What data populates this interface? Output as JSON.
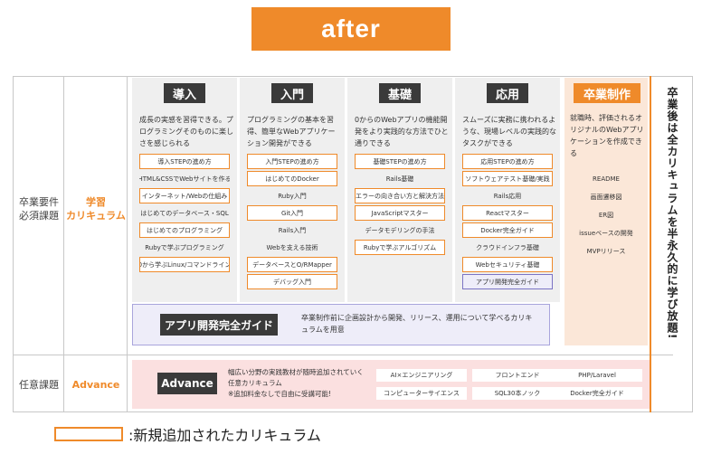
{
  "banner": "after",
  "rows": {
    "required_label": "卒業要件\n必須課題",
    "required_name": "学習\nカリキュラム",
    "optional_label": "任意課題",
    "optional_name": "Advance"
  },
  "stages": [
    {
      "title": "導入",
      "desc": "成長の実感を習得できる。プログラミングそのものに楽しさを感じられる",
      "items": [
        {
          "label": "導入STEPの進め方",
          "new": true
        },
        {
          "label": "HTML&CSSでWebサイトを作る",
          "new": false
        },
        {
          "label": "インターネット/Webの仕組み",
          "new": true
        },
        {
          "label": "はじめてのデータベース・SQL",
          "new": false
        },
        {
          "label": "はじめてのプログラミング",
          "new": true
        },
        {
          "label": "Rubyで学ぶプログラミング",
          "new": false
        },
        {
          "label": "0から学ぶLinux/コマンドライン",
          "new": true
        }
      ]
    },
    {
      "title": "入門",
      "desc": "プログラミングの基本を習得、簡単なWebアプリケーション開発ができる",
      "items": [
        {
          "label": "入門STEPの進め方",
          "new": true
        },
        {
          "label": "はじめてのDocker",
          "new": true
        },
        {
          "label": "Ruby入門",
          "new": false
        },
        {
          "label": "Git入門",
          "new": true
        },
        {
          "label": "Rails入門",
          "new": false
        },
        {
          "label": "Webを支える技術",
          "new": false
        },
        {
          "label": "データベースとO/RMapper",
          "new": true
        },
        {
          "label": "デバッグ入門",
          "new": true
        }
      ]
    },
    {
      "title": "基礎",
      "desc": "0からのWebアプリの機能開発をより実践的な方法でひと通りできる",
      "items": [
        {
          "label": "基礎STEPの進め方",
          "new": true
        },
        {
          "label": "Rails基礎",
          "new": false
        },
        {
          "label": "エラーの向き合い方と解決方法",
          "new": true
        },
        {
          "label": "JavaScriptマスター",
          "new": true
        },
        {
          "label": "データモデリングの手法",
          "new": false
        },
        {
          "label": "Rubyで学ぶアルゴリズム",
          "new": true
        }
      ]
    },
    {
      "title": "応用",
      "desc": "スムーズに実務に携われるような、現場レベルの実践的なタスクができる",
      "items": [
        {
          "label": "応用STEPの進め方",
          "new": true
        },
        {
          "label": "ソフトウェアテスト基礎/実践",
          "new": true
        },
        {
          "label": "Rails応用",
          "new": false
        },
        {
          "label": "Reactマスター",
          "new": true
        },
        {
          "label": "Docker完全ガイド",
          "new": true
        },
        {
          "label": "クラウドインフラ基礎",
          "new": false
        },
        {
          "label": "Webセキュリティ基礎",
          "new": true
        },
        {
          "label": "アプリ開発完全ガイド",
          "new": false,
          "purple": true
        }
      ]
    }
  ],
  "final": {
    "title": "卒業制作",
    "desc": "就職時、評価されるオリジナルのWebアプリケーションを作成できる",
    "items": [
      "README",
      "画面遷移図",
      "ER図",
      "issueベースの開発",
      "MVPリリース"
    ]
  },
  "vertical_note": "卒業後は全カリキュラムを半永久的に学び放題!",
  "app_guide": {
    "title": "アプリ開発完全ガイド",
    "desc": "卒業制作前に企画設計から開発、リリース、運用について学べるカリキュラムを用意"
  },
  "advance": {
    "title": "Advance",
    "desc": "幅広い分野の実践教材が随時追加されていく任意カリキュラム\n※追加料金なしで自由に受講可能!",
    "chips": [
      "AI×エンジニアリング",
      "フロントエンド",
      "PHP/Laravel",
      "コンピューターサイエンス",
      "SQL30本ノック",
      "Docker完全ガイド"
    ]
  },
  "legend": ":新規追加されたカリキュラム",
  "colors": {
    "accent": "#ef8a2a",
    "dark": "#3a3a3a",
    "purple": "#7b74c4"
  }
}
